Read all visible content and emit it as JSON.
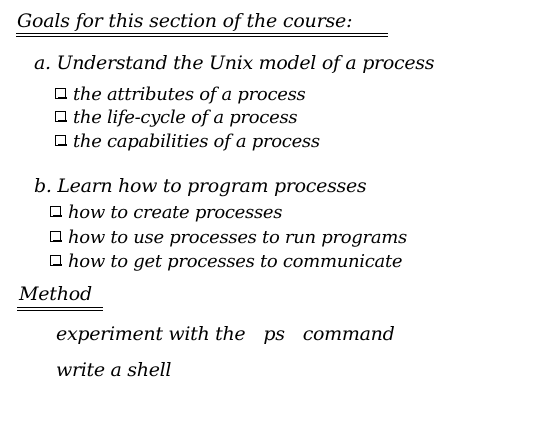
{
  "goals": {
    "heading": "Goals for this section of the course:"
  },
  "section_a": {
    "label": "a. Understand the Unix model of a process",
    "bullets": [
      "the attributes of a process",
      "the life-cycle of a process",
      "the capabilities of a process"
    ]
  },
  "section_b": {
    "label": "b. Learn how to program processes",
    "bullets": [
      "how to create processes",
      "how to use processes to run programs",
      "how to get processes to communicate"
    ]
  },
  "method": {
    "heading": "Method",
    "line1": {
      "before": "experiment with the",
      "command": "ps",
      "after": "command"
    },
    "line2": "write a shell"
  },
  "icons": {
    "bullet": "checkbox-bullet-icon"
  }
}
